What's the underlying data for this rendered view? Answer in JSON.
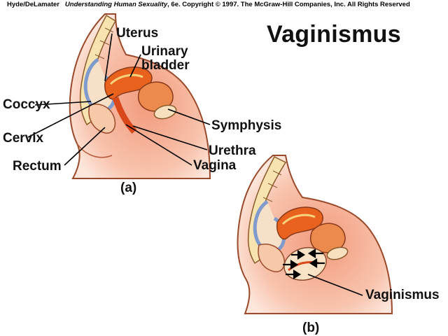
{
  "header": {
    "authors": "Hyde/DeLamater",
    "book": "Understanding Human Sexuality",
    "rest": ", 6e.  Copyright © 1997. The McGraw-Hill Companies, Inc. All Rights Reserved"
  },
  "title": "Vaginismus",
  "panel_a": {
    "caption": "(a)",
    "labels": {
      "uterus": "Uterus",
      "urinary_1": "Urinary",
      "urinary_2": "bladder",
      "coccyx": "Coccyx",
      "cervix": "Cervix",
      "rectum": "Rectum",
      "symphysis": "Symphysis",
      "urethra": "Urethra",
      "vagina": "Vagina"
    }
  },
  "panel_b": {
    "caption": "(b)",
    "labels": {
      "vaginismus": "Vaginismus"
    }
  },
  "colors": {
    "skin": "#f4b39a",
    "skin_light": "#fde3d6",
    "outline": "#7a3a1e",
    "uterus": "#e85a1a",
    "bladder": "#f08a50",
    "spine": "#f6e3b0",
    "bone_blue": "#9fb4d8"
  }
}
